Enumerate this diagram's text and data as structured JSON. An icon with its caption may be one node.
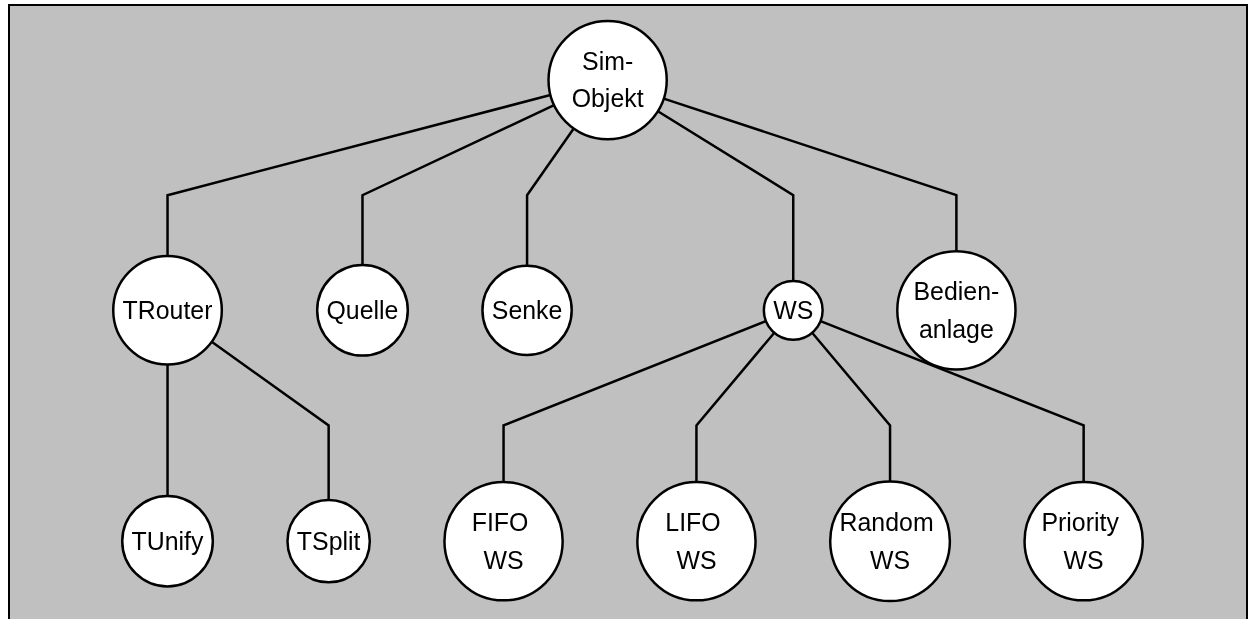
{
  "diagram": {
    "nodes": [
      {
        "text": [
          "Sim-Objekt"
        ]
      },
      {
        "text": [
          "TRouter"
        ]
      },
      {
        "text": [
          "Quelle"
        ]
      },
      {
        "text": [
          "Senke"
        ]
      },
      {
        "text": [
          "WS"
        ]
      },
      {
        "text": [
          "Bedien-anlage"
        ]
      },
      {
        "text": [
          "TUnify"
        ]
      },
      {
        "text": [
          "TSplit"
        ]
      },
      {
        "text": [
          "FIFO WS"
        ]
      },
      {
        "text": [
          "LIFO WS"
        ]
      },
      {
        "text": [
          "Random WS"
        ]
      },
      {
        "text": [
          "Priority WS"
        ]
      }
    ],
    "edges": [
      {
        "from": 0,
        "to": 1,
        "arrow": "none"
      },
      {
        "from": 0,
        "to": 2,
        "arrow": "none"
      },
      {
        "from": 0,
        "to": 3,
        "arrow": "none"
      },
      {
        "from": 0,
        "to": 4,
        "arrow": "none"
      },
      {
        "from": 0,
        "to": 5,
        "arrow": "none"
      },
      {
        "from": 1,
        "to": 6,
        "arrow": "none"
      },
      {
        "from": 1,
        "to": 7,
        "arrow": "none"
      },
      {
        "from": 4,
        "to": 8,
        "arrow": "none"
      },
      {
        "from": 4,
        "to": 9,
        "arrow": "none"
      },
      {
        "from": 4,
        "to": 10,
        "arrow": "none"
      },
      {
        "from": 4,
        "to": 11,
        "arrow": "none"
      }
    ]
  }
}
